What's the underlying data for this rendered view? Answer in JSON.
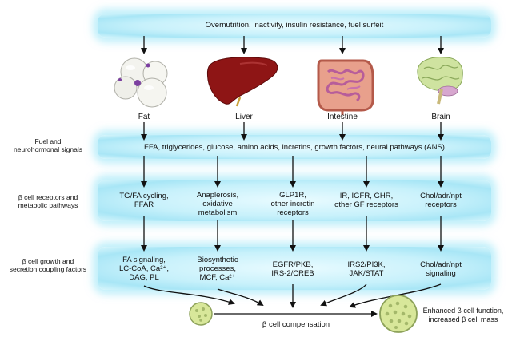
{
  "top_text": "Overnutrition, inactivity, insulin resistance, fuel surfeit",
  "organs": [
    {
      "label": "Fat",
      "icon": "fat-cells-icon"
    },
    {
      "label": "Liver",
      "icon": "liver-icon"
    },
    {
      "label": "Intestine",
      "icon": "intestine-icon"
    },
    {
      "label": "Brain",
      "icon": "brain-icon"
    }
  ],
  "row_labels": {
    "fuel": "Fuel and\nneurohormonal signals",
    "receptors": "β cell receptors and\nmetabolic pathways",
    "growth": "β cell growth and\nsecretion coupling factors"
  },
  "fuel_signals": "FFA, triglycerides, glucose, amino acids, incretins, growth factors, neural pathways (ANS)",
  "receptors": [
    "TG/FA cycling,\nFFAR",
    "Anaplerosis,\noxidative\nmetabolism",
    "GLP1R,\nother incretin\nreceptors",
    "IR, IGFR, GHR,\nother GF receptors",
    "Chol/adr/npt\nreceptors"
  ],
  "growth": [
    "FA signaling,\nLC-CoA, Ca²⁺,\nDAG, PL",
    "Biosynthetic\nprocesses,\nMCF, Ca²⁺",
    "EGFR/PKB,\nIRS-2/CREB",
    "IRS2/PI3K,\nJAK/STAT",
    "Chol/adr/npt\nsignaling"
  ],
  "compensation": "β cell compensation",
  "outcome": "Enhanced β cell function,\nincreased β cell mass",
  "colors": {
    "band": "#bdeefa",
    "fat": "#f4f4ef",
    "liver": "#8e1515",
    "intestine": "#e8a08c",
    "brain": "#cfe3a0",
    "islet": "#d8e79a"
  }
}
